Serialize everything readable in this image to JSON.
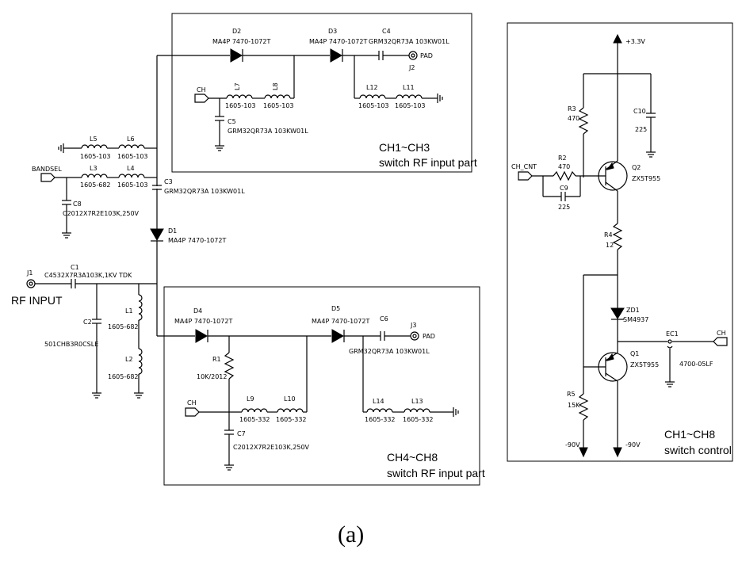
{
  "blocks": {
    "top": {
      "line1": "CH1~CH3",
      "line2": "switch RF input part"
    },
    "bottom": {
      "line1": "CH4~CH8",
      "line2": "switch RF input part"
    },
    "control": {
      "line1": "CH1~CH8",
      "line2": "switch control"
    }
  },
  "ports": {
    "j1": "J1",
    "rf_input": "RF INPUT",
    "bandsel": "BANDSEL",
    "ch_top": "CH",
    "ch_bottom": "CH",
    "ch_cnt": "CH_CNT",
    "ch_out": "CH",
    "j2": "J2",
    "j3": "J3",
    "pad2": "PAD",
    "pad3": "PAD"
  },
  "supplies": {
    "plus33": "+3.3V",
    "neg90_left": "-90V",
    "neg90_right": "-90V"
  },
  "components": {
    "C1": {
      "ref": "C1",
      "value": "C4532X7R3A103K,1KV TDK"
    },
    "C2": {
      "ref": "C2",
      "value": "501CHB3R0CSLE"
    },
    "L1": {
      "ref": "L1",
      "value": "1605-682"
    },
    "L2": {
      "ref": "L2",
      "value": "1605-682"
    },
    "L3": {
      "ref": "L3",
      "value": "1605-682"
    },
    "L4": {
      "ref": "L4",
      "value": "1605-103"
    },
    "L5": {
      "ref": "L5",
      "value": "1605-103"
    },
    "L6": {
      "ref": "L6",
      "value": "1605-103"
    },
    "C8": {
      "ref": "C8",
      "value": "C2012X7R2E103K,250V"
    },
    "C3": {
      "ref": "C3",
      "value": "GRM32QR73A 103KW01L"
    },
    "D1": {
      "ref": "D1",
      "value": "MA4P 7470-1072T"
    },
    "D2": {
      "ref": "D2",
      "value": "MA4P 7470-1072T"
    },
    "D3": {
      "ref": "D3",
      "value": "MA4P 7470-1072T"
    },
    "C4": {
      "ref": "C4",
      "value": "GRM32QR73A 103KW01L"
    },
    "L7": {
      "ref": "L7",
      "value": "1605-103"
    },
    "L8": {
      "ref": "L8",
      "value": "1605-103"
    },
    "C5": {
      "ref": "C5",
      "value": "GRM32QR73A 103KW01L"
    },
    "L11": {
      "ref": "L11",
      "value": "1605-103"
    },
    "L12": {
      "ref": "L12",
      "value": "1605-103"
    },
    "D4": {
      "ref": "D4",
      "value": "MA4P 7470-1072T"
    },
    "D5": {
      "ref": "D5",
      "value": "MA4P 7470-1072T"
    },
    "C6": {
      "ref": "C6",
      "value": "GRM32QR73A 103KW01L"
    },
    "R1": {
      "ref": "R1",
      "value": "10K/2012"
    },
    "L9": {
      "ref": "L9",
      "value": "1605-332"
    },
    "L10": {
      "ref": "L10",
      "value": "1605-332"
    },
    "L13": {
      "ref": "L13",
      "value": "1605-332"
    },
    "L14": {
      "ref": "L14",
      "value": "1605-332"
    },
    "C7": {
      "ref": "C7",
      "value": "C2012X7R2E103K,250V"
    },
    "R2": {
      "ref": "R2",
      "value": "470"
    },
    "R3": {
      "ref": "R3",
      "value": "470"
    },
    "R4": {
      "ref": "R4",
      "value": "12"
    },
    "R5": {
      "ref": "R5",
      "value": "15K"
    },
    "C9": {
      "ref": "C9",
      "value": "225"
    },
    "C10": {
      "ref": "C10",
      "value": "225"
    },
    "Q1": {
      "ref": "Q1",
      "value": "ZX5T955"
    },
    "Q2": {
      "ref": "Q2",
      "value": "ZX5T955"
    },
    "ZD1": {
      "ref": "ZD1",
      "value": "SM4937"
    },
    "EC1": {
      "ref": "EC1",
      "value": "4700-05LF"
    }
  },
  "caption": "(a)"
}
